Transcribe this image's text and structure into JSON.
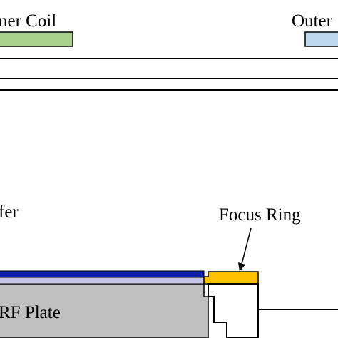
{
  "labels": {
    "inner_coil": "ner Coil",
    "outer_coil": "Outer",
    "wafer": "fer",
    "focus_ring": "Focus Ring",
    "rf_plate": "RF Plate"
  },
  "colors": {
    "inner_coil": "#a9d18e",
    "outer_coil": "#bdd7ee",
    "wafer": "#0d1ea8",
    "wafer_underlayer": "#c5c5e8",
    "focus_ring": "#ffc000",
    "rf_plate": "#c0c0c0",
    "outline": "#000000"
  }
}
